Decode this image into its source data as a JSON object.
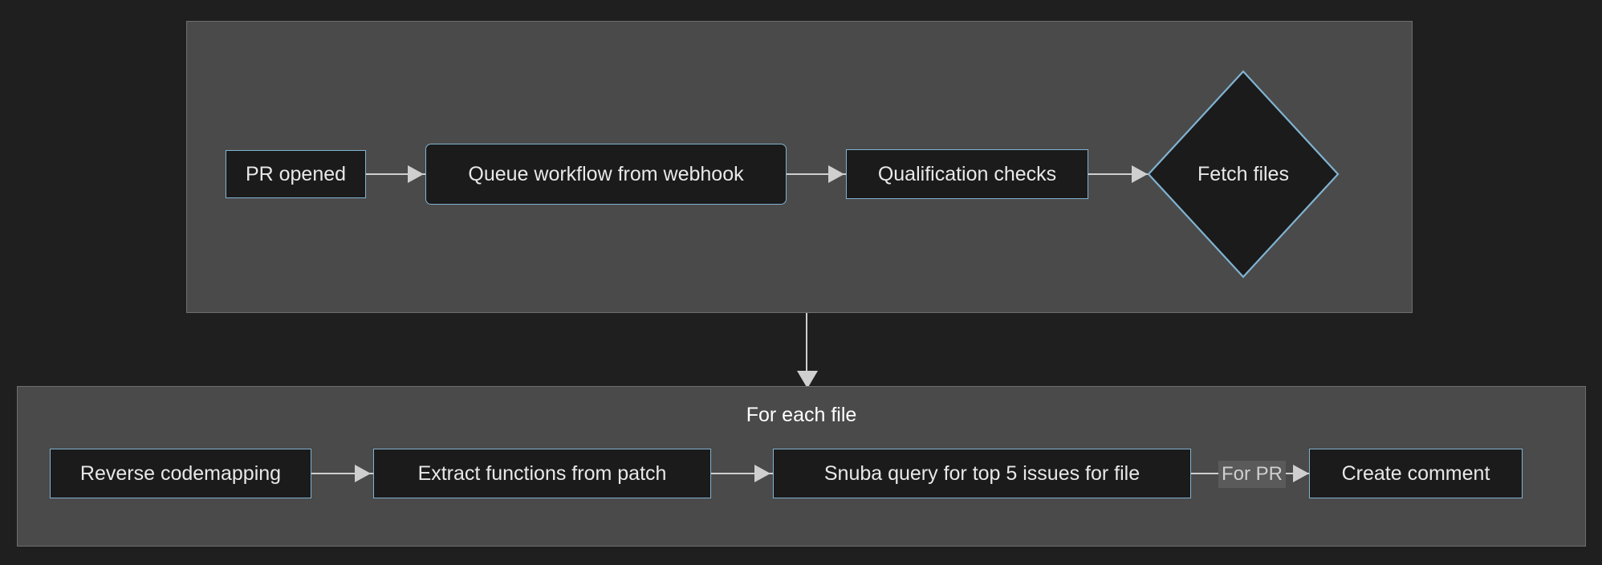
{
  "diagram": {
    "type": "flowchart",
    "background_color": "#1f1f1f",
    "subgraph_fill": "#4a4a4a",
    "node_fill": "#1b1b1b",
    "node_border_color": "#81b3d2",
    "edge_color": "#cfcfcf",
    "text_color": "#e8e8e8"
  },
  "subgraph_top": {
    "title": "",
    "nodes": [
      {
        "id": "pr-opened",
        "label": "PR opened",
        "shape": "rect"
      },
      {
        "id": "queue-workflow",
        "label": "Queue workflow from webhook",
        "shape": "rounded-rect"
      },
      {
        "id": "qualification-checks",
        "label": "Qualification checks",
        "shape": "rect"
      },
      {
        "id": "fetch-files",
        "label": "Fetch files",
        "shape": "diamond"
      }
    ],
    "edges": [
      {
        "from": "pr-opened",
        "to": "queue-workflow",
        "label": ""
      },
      {
        "from": "queue-workflow",
        "to": "qualification-checks",
        "label": ""
      },
      {
        "from": "qualification-checks",
        "to": "fetch-files",
        "label": ""
      }
    ]
  },
  "subgraph_bottom": {
    "title": "For each file",
    "nodes": [
      {
        "id": "reverse-codemapping",
        "label": "Reverse codemapping",
        "shape": "rect"
      },
      {
        "id": "extract-functions",
        "label": "Extract functions from patch",
        "shape": "rect"
      },
      {
        "id": "snuba-query",
        "label": "Snuba query for top 5 issues for file",
        "shape": "rect"
      },
      {
        "id": "create-comment",
        "label": "Create comment",
        "shape": "rect"
      }
    ],
    "edges": [
      {
        "from": "reverse-codemapping",
        "to": "extract-functions",
        "label": ""
      },
      {
        "from": "extract-functions",
        "to": "snuba-query",
        "label": ""
      },
      {
        "from": "snuba-query",
        "to": "create-comment",
        "label": "For PR"
      }
    ]
  },
  "cross_edge": {
    "from": "subgraph_top",
    "to": "subgraph_bottom",
    "label": "",
    "direction": "down"
  }
}
